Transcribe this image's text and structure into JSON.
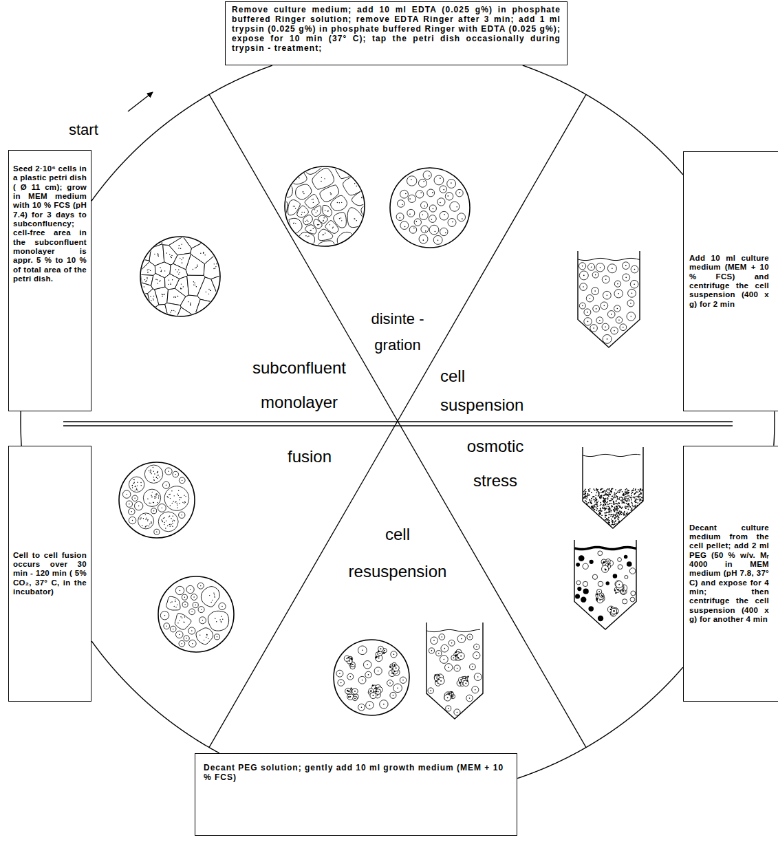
{
  "diagram": {
    "nodes": [
      {
        "text": [
          "Seed 2·10⁶ cells in a plastic petri dish ( Ø 11 cm); grow in MEM medium with 10 % FCS (pH 7.4) for 3 days to subconfluency; cell-free area in the subconfluent monolayer is appr. 5 % to 10 % of total area of the petri dish."
        ]
      },
      {
        "text": [
          "Remove culture medium; add 10 ml EDTA (0.025 g%) in phosphate buffered Ringer solution; remove EDTA Ringer after 3 min; add 1 ml trypsin (0.025 g%) in phosphate buffered Ringer with EDTA (0.025 g%); expose for 10 min (37° C); tap the petri dish occasionally during trypsin - treatment;"
        ]
      },
      {
        "text": [
          "Add 10 ml culture medium (MEM + 10 % FCS) and centrifuge the cell suspension (400 x g) for 2 min"
        ]
      },
      {
        "text": [
          "Decant culture medium from the cell pellet; add 2 ml PEG (50 % w/v. Mᵣ 4000 in MEM medium (pH 7.8, 37° C) and expose for 4 min; then centrifuge the cell suspension (400 x g) for another 4 min"
        ]
      },
      {
        "text": [
          "Decant PEG solution; gently add 10 ml growth medium (MEM + 10 % FCS)"
        ]
      },
      {
        "text": [
          "Cell to cell fusion occurs over 30 min - 120 min ( 5% CO₂, 37° C, in the incubator)"
        ]
      }
    ],
    "edges": [
      {
        "from": 0,
        "to": 1,
        "arrow": "none"
      },
      {
        "from": 1,
        "to": 2,
        "arrow": "none"
      },
      {
        "from": 2,
        "to": 3,
        "arrow": "none"
      },
      {
        "from": 3,
        "to": 4,
        "arrow": "none"
      },
      {
        "from": 4,
        "to": 5,
        "arrow": "none"
      },
      {
        "from": 5,
        "to": 0,
        "arrow": "none"
      }
    ],
    "labels": [
      "start",
      "disinte - gration",
      "subconfluent monolayer",
      "cell suspension",
      "osmotic stress",
      "cell resuspension",
      "fusion"
    ]
  }
}
